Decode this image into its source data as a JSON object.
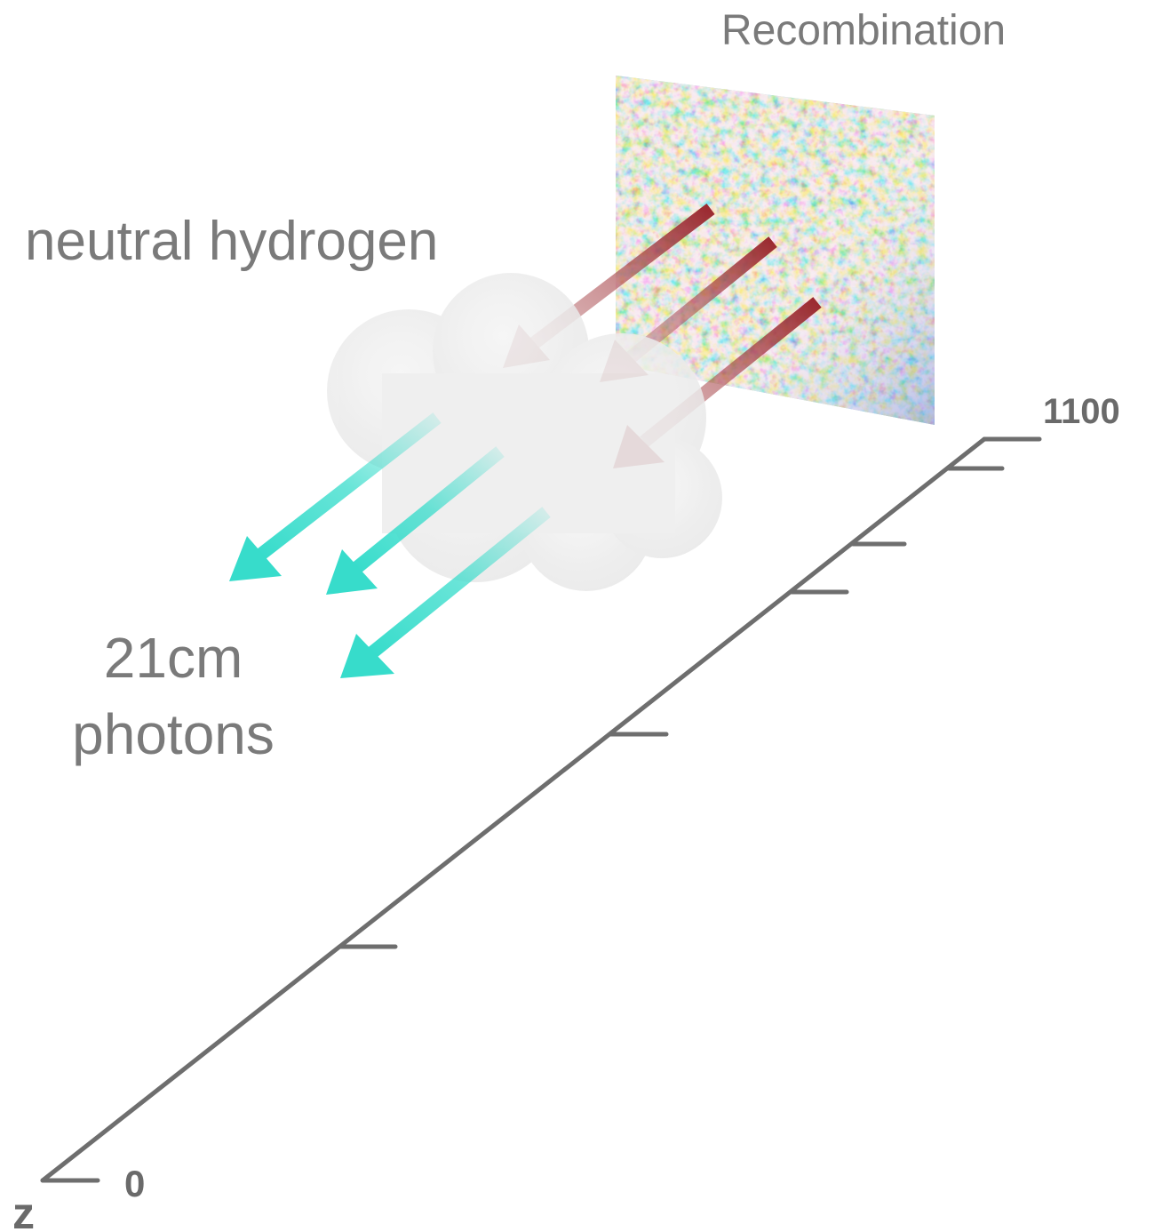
{
  "labels": {
    "recombination": "Recombination",
    "neutral_hydrogen": "neutral hydrogen",
    "photons_line1": "21cm",
    "photons_line2": "photons"
  },
  "axis": {
    "name": "z",
    "min_label": "0",
    "max_label": "1100"
  },
  "colors": {
    "text": "#7a7a7a",
    "axis": "#6e6e6e",
    "cmb_arrow": "#9b2a30",
    "photon_arrow": "#37dccb",
    "cloud": "#eeeeee",
    "cmb_warm": "#e8893a",
    "cmb_cool": "#2a5fd6",
    "cmb_mid": "#9fd3d8"
  },
  "icons": [
    "cmb-map-icon",
    "cloud-icon",
    "arrow-icon"
  ]
}
